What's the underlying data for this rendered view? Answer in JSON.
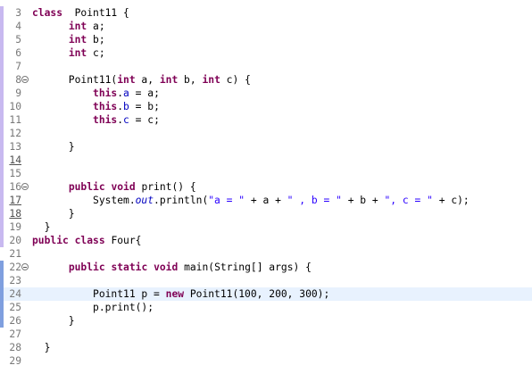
{
  "editor": {
    "lines": [
      {
        "num": "3",
        "tokens": [
          [
            "kw",
            "class"
          ],
          [
            "",
            "  Point11 {"
          ]
        ]
      },
      {
        "num": "4",
        "tokens": [
          [
            "",
            "      "
          ],
          [
            "kw",
            "int"
          ],
          [
            "",
            " a;"
          ]
        ]
      },
      {
        "num": "5",
        "tokens": [
          [
            "",
            "      "
          ],
          [
            "kw",
            "int"
          ],
          [
            "",
            " b;"
          ]
        ]
      },
      {
        "num": "6",
        "tokens": [
          [
            "",
            "      "
          ],
          [
            "kw",
            "int"
          ],
          [
            "",
            " c;"
          ]
        ]
      },
      {
        "num": "7",
        "tokens": []
      },
      {
        "num": "8",
        "fold": true,
        "tokens": [
          [
            "",
            "      Point11("
          ],
          [
            "kw",
            "int"
          ],
          [
            "",
            " a, "
          ],
          [
            "kw",
            "int"
          ],
          [
            "",
            " b, "
          ],
          [
            "kw",
            "int"
          ],
          [
            "",
            " c) {"
          ]
        ]
      },
      {
        "num": "9",
        "tokens": [
          [
            "",
            "          "
          ],
          [
            "kw",
            "this"
          ],
          [
            "",
            "."
          ],
          [
            "fld",
            "a"
          ],
          [
            "",
            " = a;"
          ]
        ]
      },
      {
        "num": "10",
        "tokens": [
          [
            "",
            "          "
          ],
          [
            "kw",
            "this"
          ],
          [
            "",
            "."
          ],
          [
            "fld",
            "b"
          ],
          [
            "",
            " = b;"
          ]
        ]
      },
      {
        "num": "11",
        "tokens": [
          [
            "",
            "          "
          ],
          [
            "kw",
            "this"
          ],
          [
            "",
            "."
          ],
          [
            "fld",
            "c"
          ],
          [
            "",
            " = c;"
          ]
        ]
      },
      {
        "num": "12",
        "tokens": []
      },
      {
        "num": "13",
        "tokens": [
          [
            "",
            "      }"
          ]
        ]
      },
      {
        "num": "14",
        "underline": true,
        "tokens": []
      },
      {
        "num": "15",
        "tokens": []
      },
      {
        "num": "16",
        "fold": true,
        "tokens": [
          [
            "",
            "      "
          ],
          [
            "kw",
            "public"
          ],
          [
            "",
            " "
          ],
          [
            "kw",
            "void"
          ],
          [
            "",
            " print() {"
          ]
        ]
      },
      {
        "num": "17",
        "underline": true,
        "tokens": [
          [
            "",
            "          System."
          ],
          [
            "st",
            "out"
          ],
          [
            "",
            ".println("
          ],
          [
            "str",
            "\"a = \""
          ],
          [
            "",
            " + a + "
          ],
          [
            "str",
            "\" , b = \""
          ],
          [
            "",
            " + b + "
          ],
          [
            "str",
            "\", c = \""
          ],
          [
            "",
            " + c);"
          ]
        ]
      },
      {
        "num": "18",
        "underline": true,
        "tokens": [
          [
            "",
            "      }"
          ]
        ]
      },
      {
        "num": "19",
        "tokens": [
          [
            "",
            "  }"
          ]
        ]
      },
      {
        "num": "20",
        "tokens": [
          [
            "kw",
            "public"
          ],
          [
            "",
            " "
          ],
          [
            "kw",
            "class"
          ],
          [
            "",
            " Four{"
          ]
        ]
      },
      {
        "num": "21",
        "tokens": []
      },
      {
        "num": "22",
        "fold": true,
        "tokens": [
          [
            "",
            "      "
          ],
          [
            "kw",
            "public"
          ],
          [
            "",
            " "
          ],
          [
            "kw",
            "static"
          ],
          [
            "",
            " "
          ],
          [
            "kw",
            "void"
          ],
          [
            "",
            " main(String[] args) {"
          ]
        ]
      },
      {
        "num": "23",
        "tokens": []
      },
      {
        "num": "24",
        "current": true,
        "tokens": [
          [
            "",
            "          Point11 p = "
          ],
          [
            "kw",
            "new"
          ],
          [
            "",
            " Point11(100, 200, 300);"
          ]
        ]
      },
      {
        "num": "25",
        "tokens": [
          [
            "",
            "          p.print();"
          ]
        ]
      },
      {
        "num": "26",
        "tokens": [
          [
            "",
            "      }"
          ]
        ]
      },
      {
        "num": "27",
        "tokens": []
      },
      {
        "num": "28",
        "tokens": [
          [
            "",
            "  }"
          ]
        ]
      },
      {
        "num": "29",
        "tokens": []
      }
    ],
    "gutter_colors": {
      "occurrence": "#c8b9f0",
      "selected": "#7f9fdf",
      "current_line": "#e8f2fe"
    }
  }
}
